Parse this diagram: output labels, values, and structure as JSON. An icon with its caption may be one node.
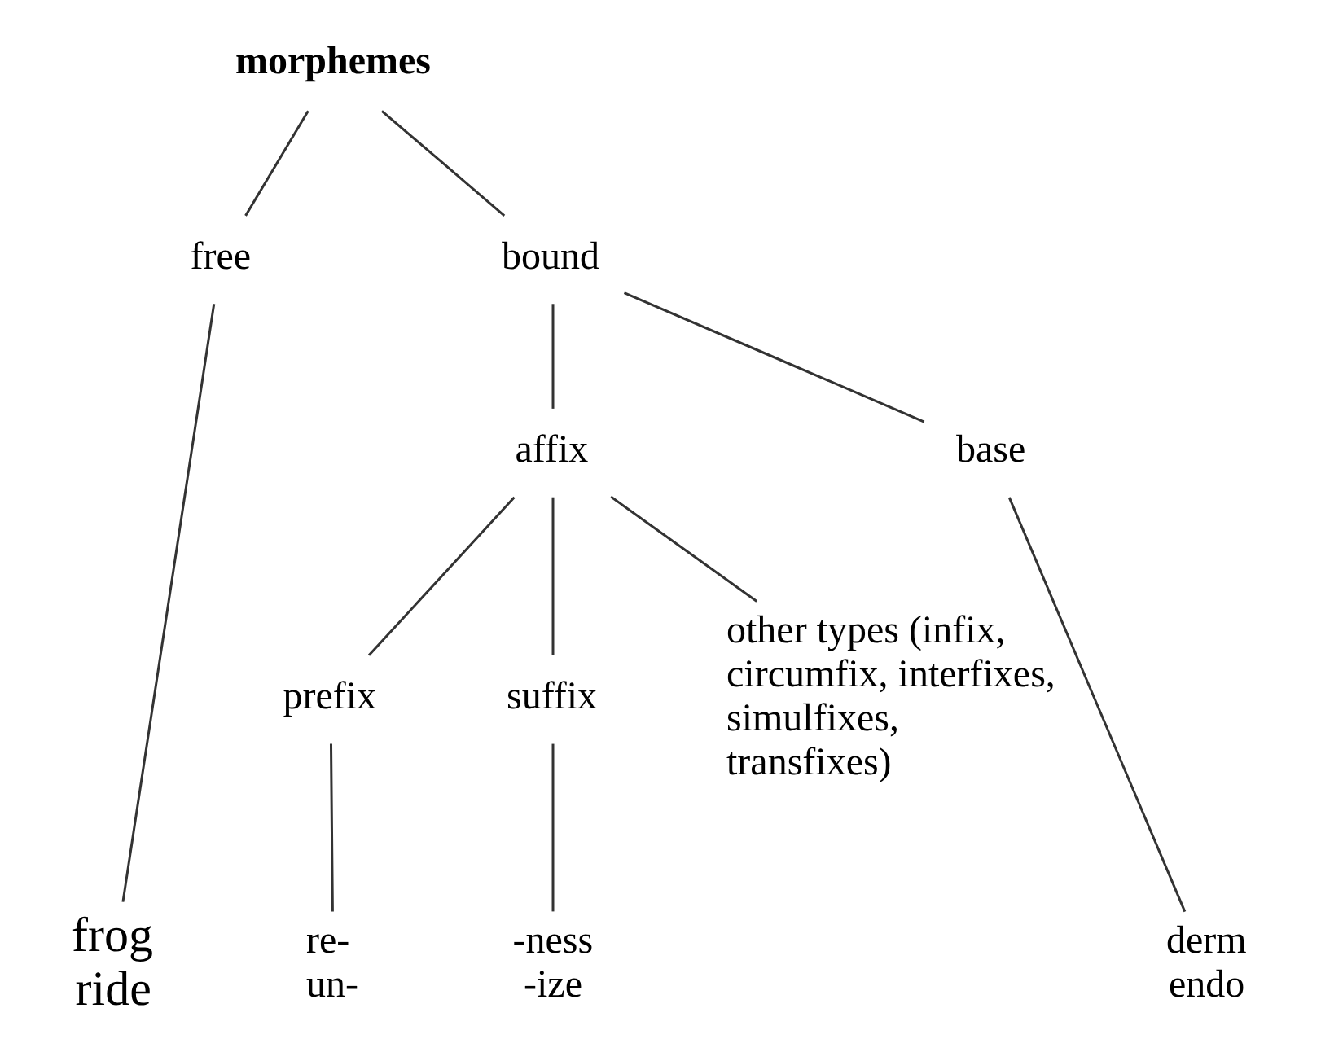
{
  "diagram": {
    "nodes": [
      {
        "text": [
          "morphemes"
        ]
      },
      {
        "text": [
          "free"
        ]
      },
      {
        "text": [
          "bound"
        ]
      },
      {
        "text": [
          "affix"
        ]
      },
      {
        "text": [
          "base"
        ]
      },
      {
        "text": [
          "prefix"
        ]
      },
      {
        "text": [
          "suffix"
        ]
      },
      {
        "text": [
          "other types (infix, circumfix, interfixes, simulfixes, transfixes)"
        ]
      },
      {
        "text": [
          "frog",
          "ride"
        ]
      },
      {
        "text": [
          "re-",
          "un-"
        ]
      },
      {
        "text": [
          "-ness",
          "-ize"
        ]
      },
      {
        "text": [
          "derm",
          "endo"
        ]
      }
    ],
    "edges": [
      {
        "from": 0,
        "to": 1,
        "arrow": "none"
      },
      {
        "from": 0,
        "to": 2,
        "arrow": "none"
      },
      {
        "from": 2,
        "to": 3,
        "arrow": "none"
      },
      {
        "from": 2,
        "to": 4,
        "arrow": "none"
      },
      {
        "from": 3,
        "to": 5,
        "arrow": "none"
      },
      {
        "from": 3,
        "to": 6,
        "arrow": "none"
      },
      {
        "from": 3,
        "to": 7,
        "arrow": "none"
      },
      {
        "from": 1,
        "to": 8,
        "arrow": "none"
      },
      {
        "from": 5,
        "to": 9,
        "arrow": "none"
      },
      {
        "from": 6,
        "to": 10,
        "arrow": "none"
      },
      {
        "from": 4,
        "to": 11,
        "arrow": "none"
      }
    ]
  }
}
